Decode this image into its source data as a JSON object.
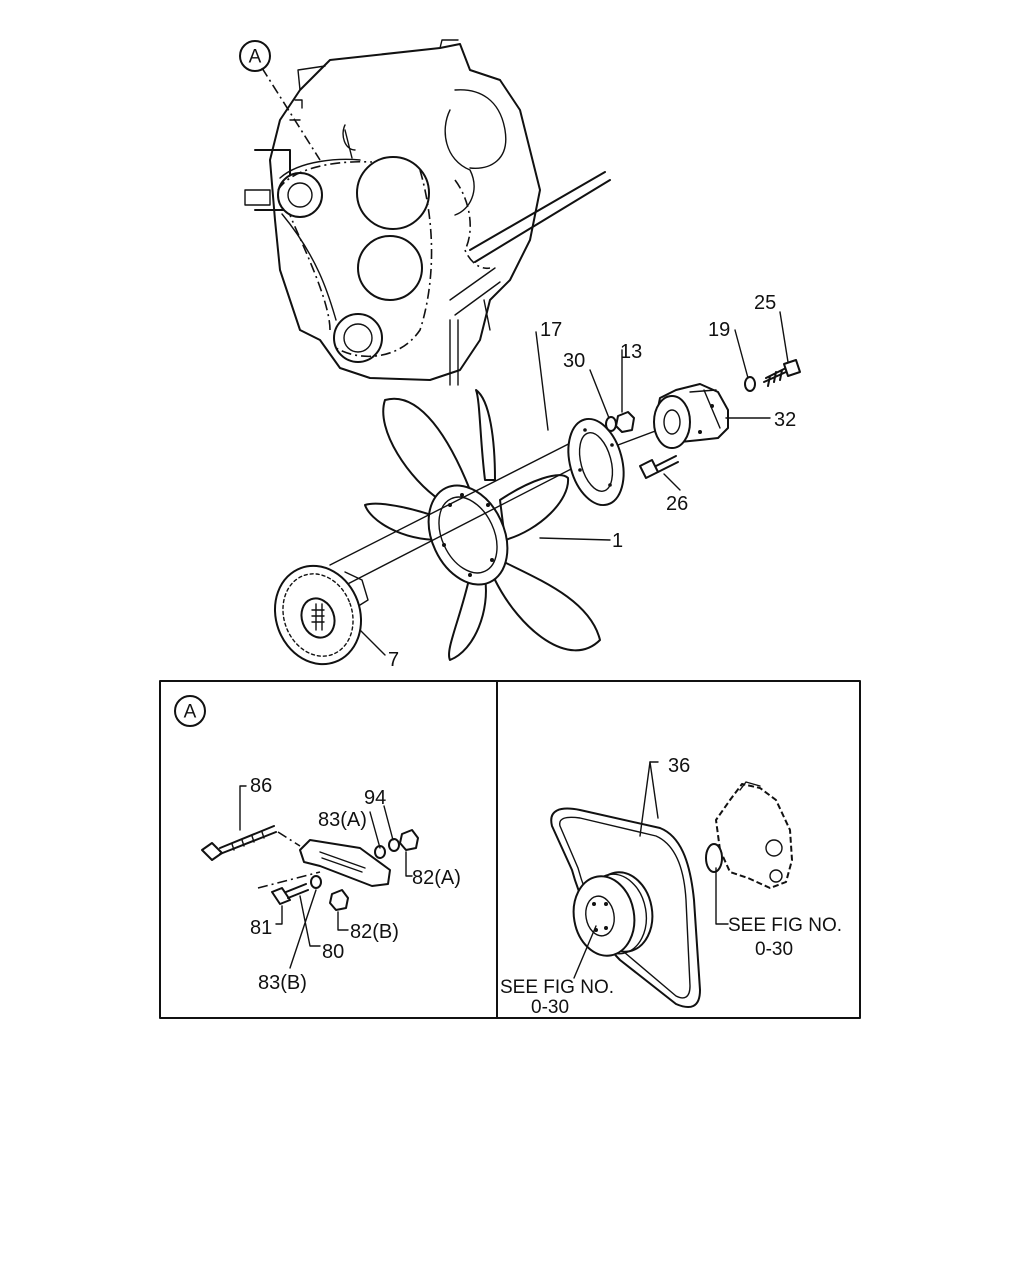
{
  "callouts": {
    "detail_marker_main": "A",
    "detail_marker_inset": "A",
    "p25": "25",
    "p19": "19",
    "p13": "13",
    "p30": "30",
    "p17": "17",
    "p32": "32",
    "p26": "26",
    "p1": "1",
    "p7": "7",
    "p86": "86",
    "p94": "94",
    "p83a": "83(A)",
    "p82a": "82(A)",
    "p81": "81",
    "p80": "80",
    "p82b": "82(B)",
    "p83b": "83(B)",
    "p36": "36"
  },
  "references": {
    "ref_right_line1": "SEE FIG NO.",
    "ref_right_line2": "0-30",
    "ref_left_line1": "SEE FIG NO.",
    "ref_left_line2": "0-30"
  }
}
